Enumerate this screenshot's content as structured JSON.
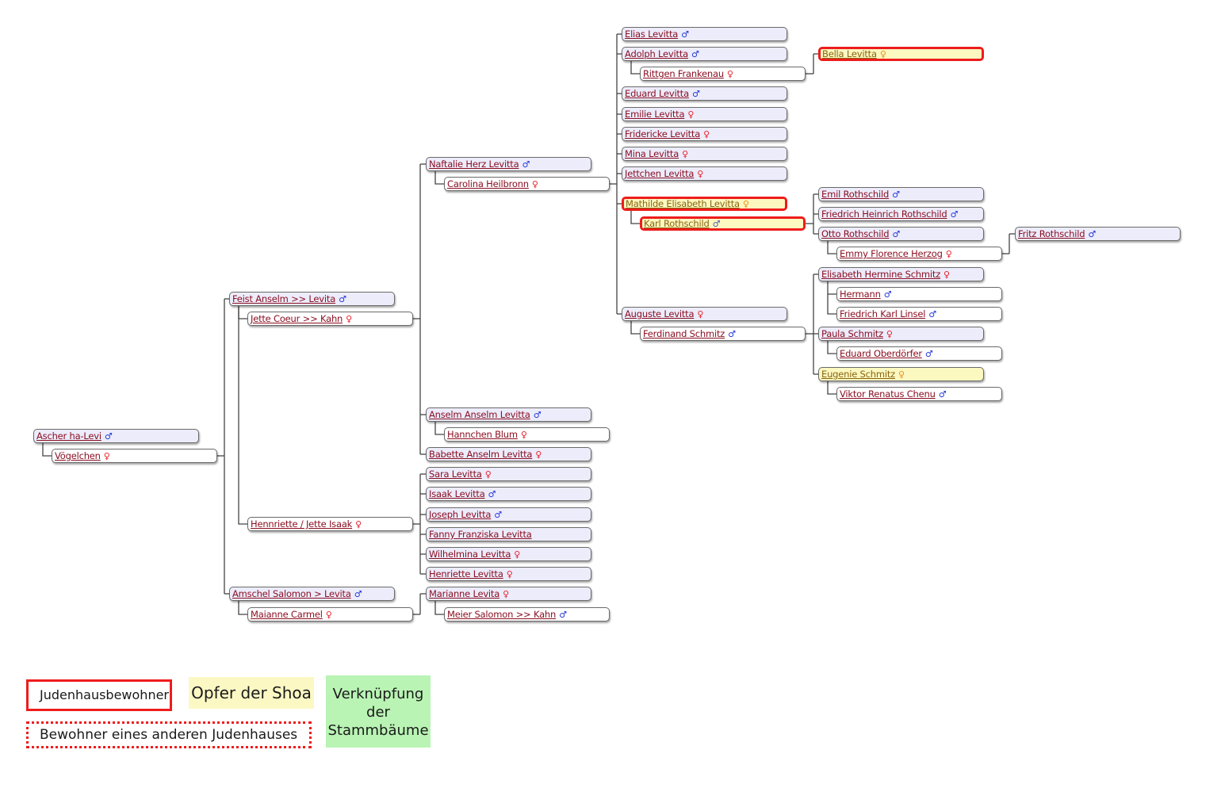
{
  "title": "Stammbaum Levitta",
  "symbols": {
    "male": "♂",
    "female": "♀"
  },
  "colors": {
    "resident_border": "#ee1c1c",
    "victim_fill": "#fbf8c0",
    "blood_fill": "#ececfb",
    "link_fill": "#b9f4b4",
    "name_link": "#8b0f22"
  },
  "people": [
    {
      "id": "ascher",
      "name": "Ascher ha-Levi",
      "sex": "m",
      "kind": "blood"
    },
    {
      "id": "voegelchen",
      "name": "Vögelchen",
      "sex": "f",
      "kind": "spouse"
    },
    {
      "id": "feist",
      "name": "Feist Anselm >> Levita",
      "sex": "m",
      "kind": "blood"
    },
    {
      "id": "jette_coeur",
      "name": "Jette Coeur >> Kahn",
      "sex": "f",
      "kind": "spouse"
    },
    {
      "id": "hennriette",
      "name": "Hennriette / Jette Isaak",
      "sex": "f",
      "kind": "spouse"
    },
    {
      "id": "amschel",
      "name": "Amschel Salomon > Levita",
      "sex": "m",
      "kind": "blood"
    },
    {
      "id": "maianne",
      "name": "Maianne Carmel",
      "sex": "f",
      "kind": "spouse"
    },
    {
      "id": "naftalie",
      "name": "Naftalie Herz Levitta",
      "sex": "m",
      "kind": "blood"
    },
    {
      "id": "carolina",
      "name": "Carolina Heilbronn",
      "sex": "f",
      "kind": "spouse"
    },
    {
      "id": "anselm",
      "name": "Anselm Anselm Levitta",
      "sex": "m",
      "kind": "blood"
    },
    {
      "id": "hannchen",
      "name": "Hannchen Blum",
      "sex": "f",
      "kind": "spouse"
    },
    {
      "id": "babette",
      "name": "Babette Anselm Levitta",
      "sex": "f",
      "kind": "blood"
    },
    {
      "id": "sara",
      "name": "Sara Levitta",
      "sex": "f",
      "kind": "blood"
    },
    {
      "id": "isaak",
      "name": "Isaak Levitta",
      "sex": "m",
      "kind": "blood"
    },
    {
      "id": "joseph",
      "name": "Joseph Levitta",
      "sex": "m",
      "kind": "blood"
    },
    {
      "id": "fanny",
      "name": "Fanny Franziska Levitta",
      "sex": "",
      "kind": "blood"
    },
    {
      "id": "wilhelmina",
      "name": "Wilhelmina Levitta",
      "sex": "f",
      "kind": "blood"
    },
    {
      "id": "henriette",
      "name": "Henriette Levitta",
      "sex": "f",
      "kind": "blood"
    },
    {
      "id": "marianne",
      "name": "Marianne Levita",
      "sex": "f",
      "kind": "blood"
    },
    {
      "id": "meier",
      "name": "Meier Salomon >> Kahn",
      "sex": "m",
      "kind": "spouse"
    },
    {
      "id": "elias",
      "name": "Elias Levitta",
      "sex": "m",
      "kind": "blood"
    },
    {
      "id": "adolph",
      "name": "Adolph Levitta",
      "sex": "m",
      "kind": "blood"
    },
    {
      "id": "rittgen",
      "name": "Rittgen Frankenau",
      "sex": "f",
      "kind": "spouse"
    },
    {
      "id": "eduard",
      "name": "Eduard Levitta",
      "sex": "m",
      "kind": "blood"
    },
    {
      "id": "emilie",
      "name": "Emilie Levitta",
      "sex": "f",
      "kind": "blood"
    },
    {
      "id": "fridericke",
      "name": "Fridericke Levitta",
      "sex": "f",
      "kind": "blood"
    },
    {
      "id": "mina",
      "name": "Mina Levitta",
      "sex": "f",
      "kind": "blood"
    },
    {
      "id": "jettchen",
      "name": "Jettchen Levitta",
      "sex": "f",
      "kind": "blood"
    },
    {
      "id": "mathilde",
      "name": "Mathilde Elisabeth Levitta",
      "sex": "f",
      "kind": "victim",
      "resident": true
    },
    {
      "id": "karl",
      "name": "Karl Rothschild",
      "sex": "m",
      "kind": "victim",
      "resident": true
    },
    {
      "id": "auguste",
      "name": "Auguste Levitta",
      "sex": "f",
      "kind": "blood"
    },
    {
      "id": "ferdinand",
      "name": "Ferdinand Schmitz",
      "sex": "m",
      "kind": "spouse"
    },
    {
      "id": "bella",
      "name": "Bella Levitta",
      "sex": "f",
      "kind": "victim",
      "resident": true
    },
    {
      "id": "emil",
      "name": "Emil Rothschild",
      "sex": "m",
      "kind": "blood"
    },
    {
      "id": "friedrich_h",
      "name": "Friedrich Heinrich Rothschild",
      "sex": "m",
      "kind": "blood"
    },
    {
      "id": "otto",
      "name": "Otto Rothschild",
      "sex": "m",
      "kind": "blood"
    },
    {
      "id": "emmy",
      "name": "Emmy Florence Herzog",
      "sex": "f",
      "kind": "spouse"
    },
    {
      "id": "fritz",
      "name": "Fritz Rothschild",
      "sex": "m",
      "kind": "blood"
    },
    {
      "id": "elisabeth_h",
      "name": "Elisabeth Hermine Schmitz",
      "sex": "f",
      "kind": "blood"
    },
    {
      "id": "hermann",
      "name": "Hermann",
      "sex": "m",
      "kind": "spouse"
    },
    {
      "id": "friedrich_k",
      "name": "Friedrich Karl Linsel",
      "sex": "m",
      "kind": "spouse"
    },
    {
      "id": "paula",
      "name": "Paula Schmitz",
      "sex": "f",
      "kind": "blood"
    },
    {
      "id": "eduard_o",
      "name": "Eduard Oberdörfer",
      "sex": "m",
      "kind": "spouse"
    },
    {
      "id": "eugenie",
      "name": "Eugenie Schmitz",
      "sex": "f",
      "kind": "victim"
    },
    {
      "id": "viktor",
      "name": "Viktor Renatus Chenu",
      "sex": "m",
      "kind": "spouse"
    }
  ],
  "legend": {
    "resident": "Judenhausbewohner",
    "victim": "Opfer der Shoa",
    "other_house": "Bewohner eines anderen Judenhauses",
    "link": [
      "Verknüpfung",
      "der",
      "Stammbäume"
    ]
  }
}
